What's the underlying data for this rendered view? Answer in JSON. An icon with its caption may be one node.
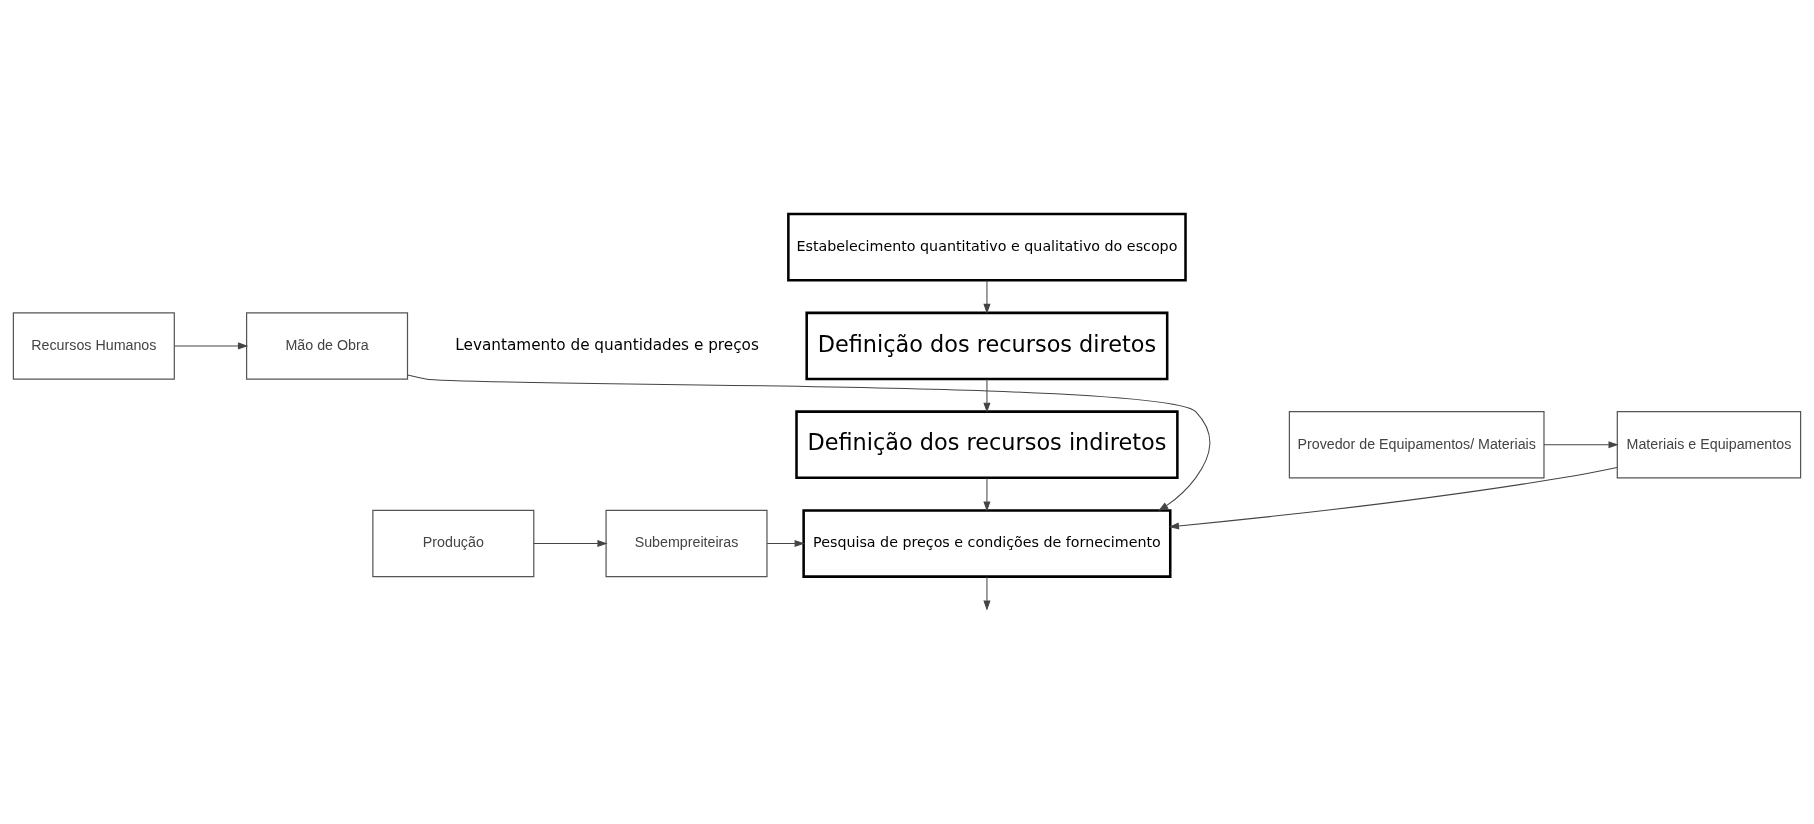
{
  "diagram": {
    "nodes": [
      {
        "text": [
          "Estabelecimento quantitativo e qualitativo do escopo"
        ]
      },
      {
        "text": [
          "Definição dos recursos diretos"
        ]
      },
      {
        "text": [
          "Definição dos recursos indiretos"
        ]
      },
      {
        "text": [
          "Pesquisa de preços e condições de fornecimento"
        ]
      },
      {
        "text": [
          "Mão de Obra"
        ]
      },
      {
        "text": [
          "Recursos Humanos"
        ]
      },
      {
        "text": [
          "Materiais e Equipamentos"
        ]
      },
      {
        "text": [
          "Provedor de Equipamentos/ Materiais"
        ]
      },
      {
        "text": [
          "Subempreiteiras"
        ]
      },
      {
        "text": [
          "Produção"
        ]
      }
    ],
    "edges": [
      {
        "from": 0,
        "to": 1,
        "arrow": "to"
      },
      {
        "from": 1,
        "to": 2,
        "arrow": "to"
      },
      {
        "from": 2,
        "to": 3,
        "arrow": "to"
      },
      {
        "from": 3,
        "to": null,
        "arrow": "to"
      },
      {
        "from": 5,
        "to": 4,
        "arrow": "to"
      },
      {
        "from": 7,
        "to": 6,
        "arrow": "to"
      },
      {
        "from": 9,
        "to": 8,
        "arrow": "to"
      },
      {
        "from": 4,
        "to": 3,
        "arrow": "to"
      },
      {
        "from": 6,
        "to": 3,
        "arrow": "to"
      },
      {
        "from": 8,
        "to": 3,
        "arrow": "to"
      }
    ],
    "labels": [
      "Levantamento de quantidades e preços"
    ]
  }
}
